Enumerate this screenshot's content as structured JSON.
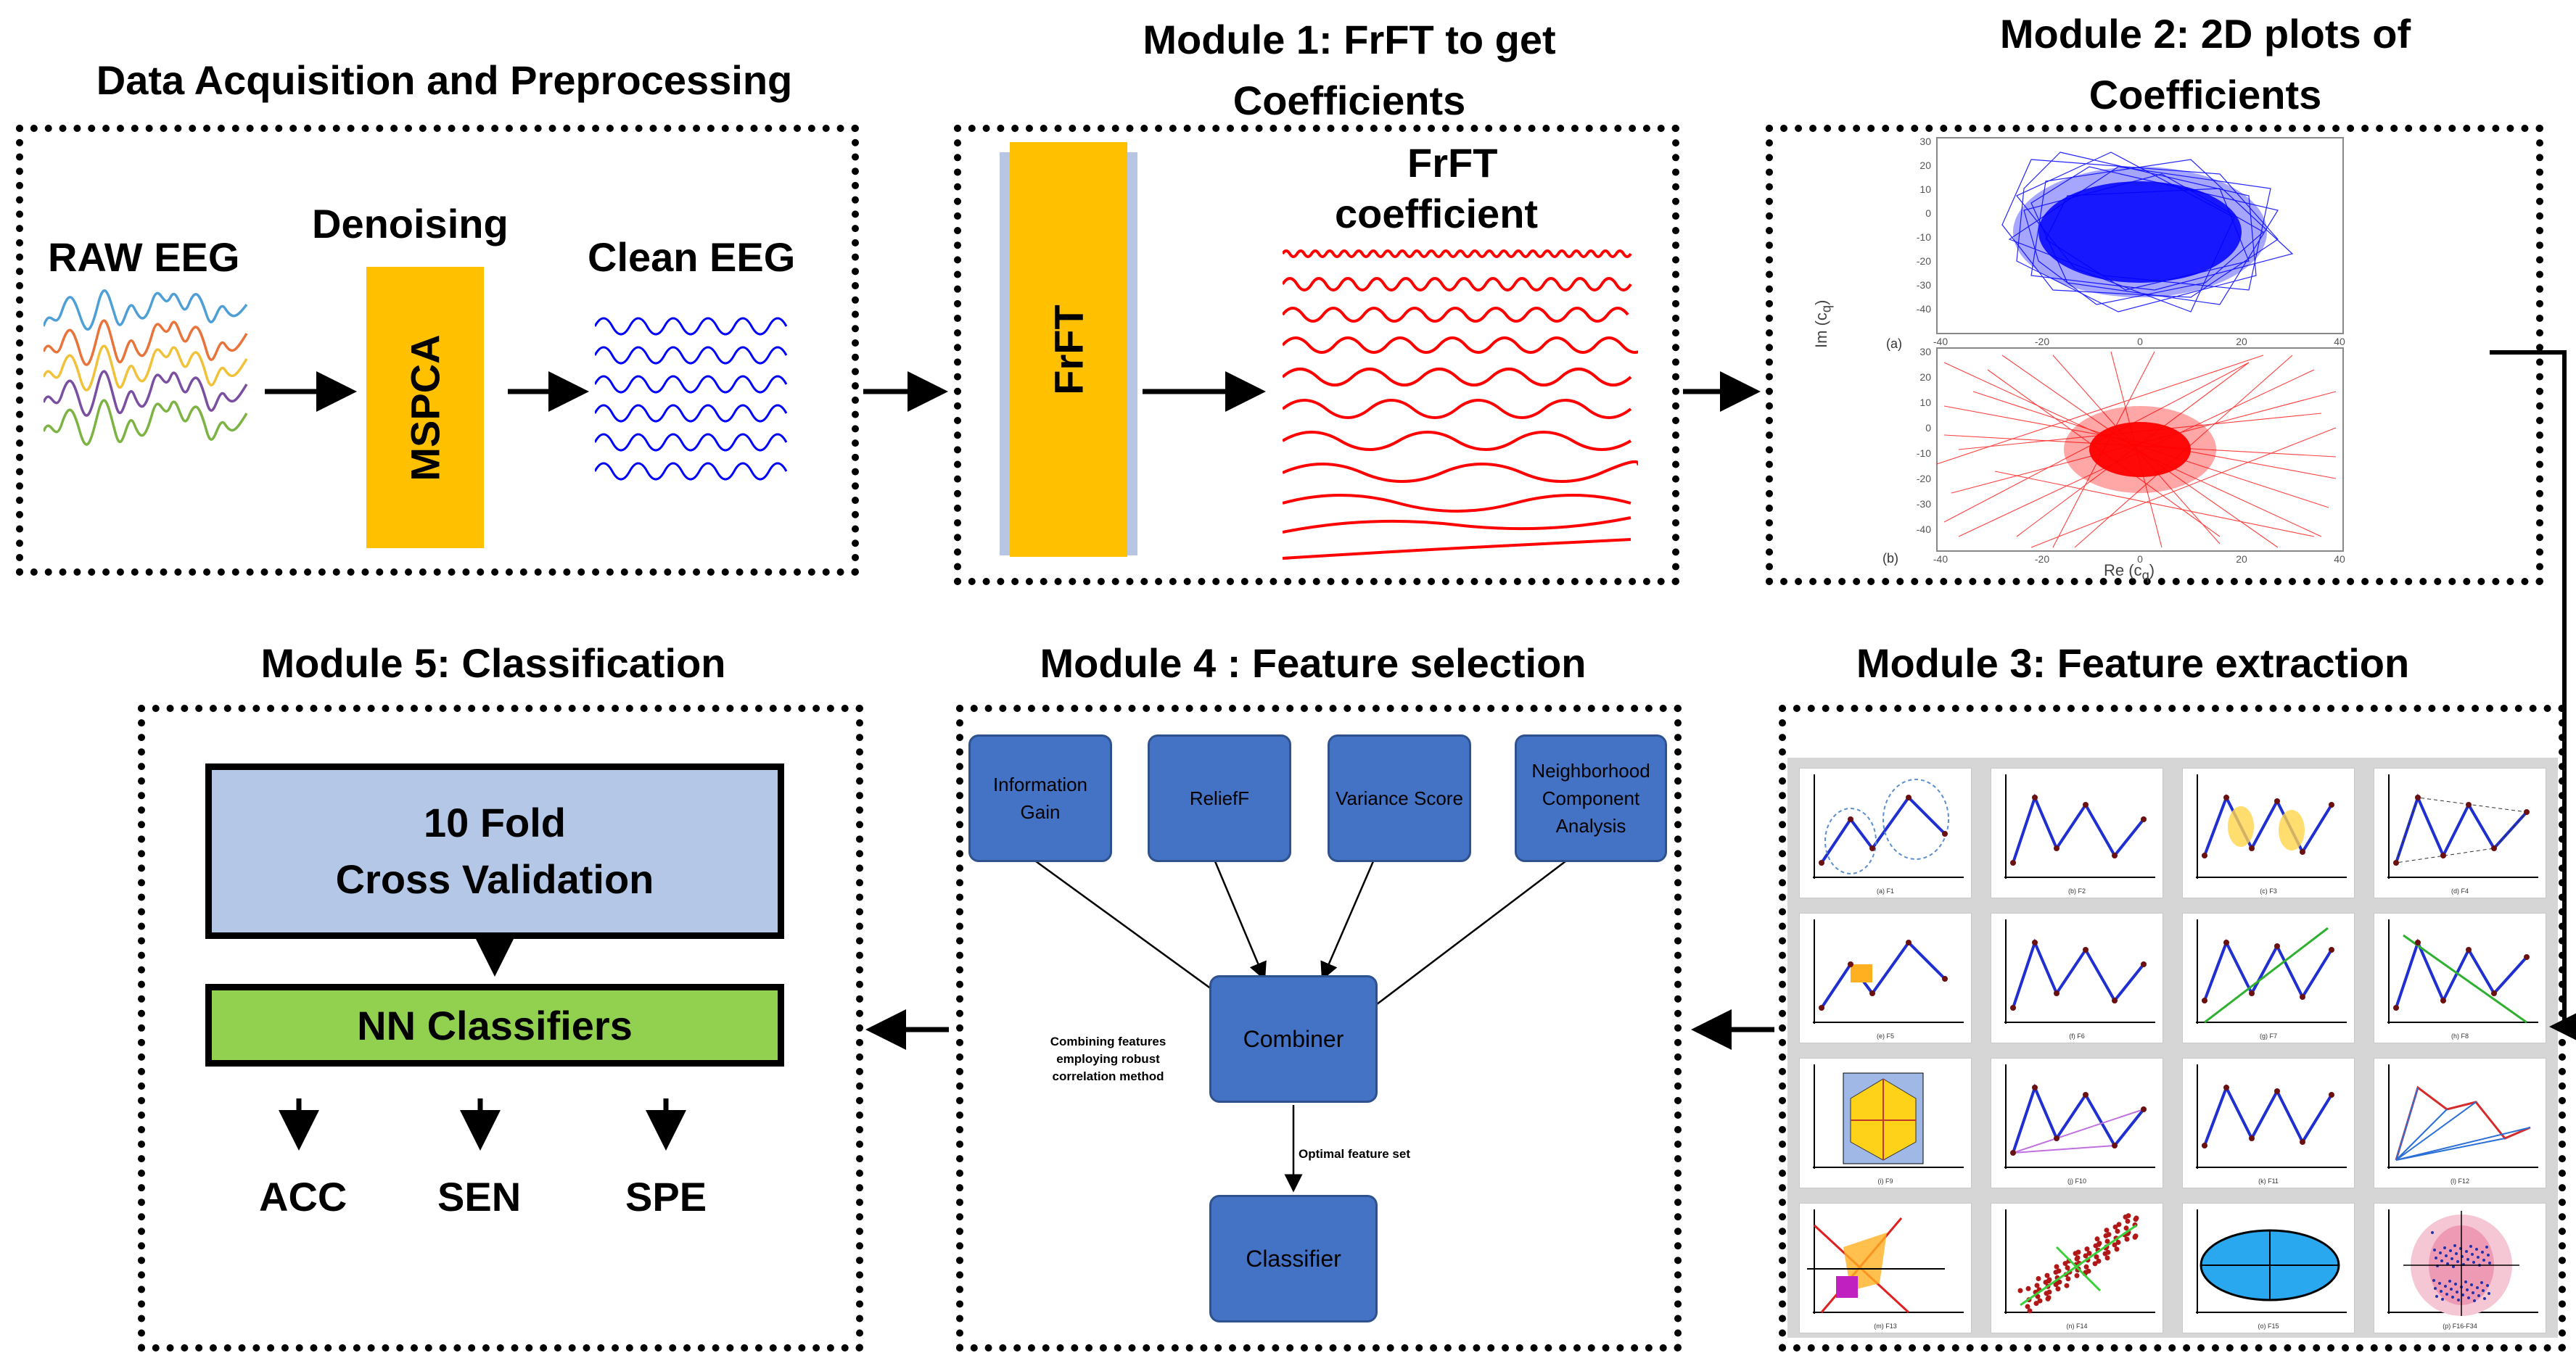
{
  "titles": {
    "data_acq": "Data Acquisition and Preprocessing",
    "module1": [
      "Module 1: FrFT to get",
      "Coefficients"
    ],
    "module2": [
      "Module 2: 2D plots of",
      "Coefficients"
    ],
    "module3": "Module 3: Feature extraction",
    "module4": "Module 4 : Feature selection",
    "module5": "Module 5: Classification"
  },
  "preprocessing": {
    "raw_label": "RAW EEG",
    "denoise_label": "Denoising",
    "mspca_label": "MSPCA",
    "clean_label": "Clean EEG"
  },
  "module1": {
    "frft_label": "FrFT",
    "coef_label": [
      "FrFT",
      "coefficient"
    ]
  },
  "module2": {
    "ylabel": "Im (c",
    "ylabel_sub": "q",
    "ylabel_close": ")",
    "xlabel": "Re (c",
    "xlabel_sub": "q",
    "xlabel_close": ")",
    "panel_a": "(a)",
    "panel_b": "(b)",
    "yticks_a": [
      "30",
      "20",
      "10",
      "0",
      "-10",
      "-20",
      "-30",
      "-40"
    ],
    "yticks_b": [
      "30",
      "20",
      "10",
      "0",
      "-10",
      "-20",
      "-30",
      "-40"
    ],
    "xticks": [
      "-40",
      "-20",
      "0",
      "20",
      "40"
    ]
  },
  "module3": {
    "captions": [
      "(a) F1",
      "(b) F2",
      "(c) F3",
      "(d) F4",
      "(e) F5",
      "(f) F6",
      "(g) F7",
      "(h) F8",
      "(i) F9",
      "(j) F10",
      "(k) F11",
      "(l) F12",
      "(m) F13",
      "(n) F14",
      "(o) F15",
      "(p) F16-F34"
    ]
  },
  "module4": {
    "nodes": [
      "Information Gain",
      "ReliefF",
      "Variance Score",
      "Neighborhood Component Analysis"
    ],
    "combiner": "Combiner",
    "classifier": "Classifier",
    "combine_note": "Combining features employing robust correlation method",
    "optimal_note": "Optimal feature set"
  },
  "module5": {
    "cv_label": [
      "10 Fold",
      "Cross Validation"
    ],
    "nn_label": "NN Classifiers",
    "metrics": [
      "ACC",
      "SEN",
      "SPE"
    ]
  },
  "colors": {
    "orange": "#ffc000",
    "red": "#ff0000",
    "blue_node": "#4472c4",
    "cv_fill": "#b4c7e7",
    "nn_fill": "#92d050",
    "scatter_blue": "#0000ff",
    "scatter_red": "#ff0000"
  }
}
